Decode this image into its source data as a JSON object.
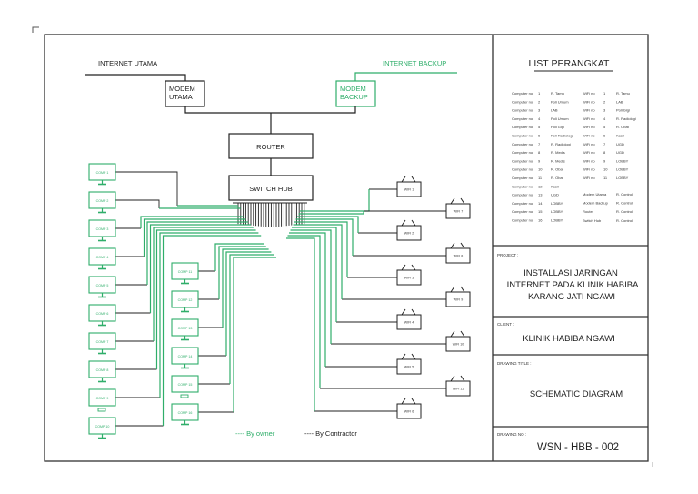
{
  "colors": {
    "owner": "#2fae6a",
    "contractor": "#222222",
    "frame": "#333333",
    "text": "#222222"
  },
  "diagram": {
    "internet_main_label": "INTERNET UTAMA",
    "internet_backup_label": "INTERNET BACKUP",
    "modem_main_label": [
      "MODEM",
      "UTAMA"
    ],
    "modem_backup_label": [
      "MODEM",
      "BACKUP"
    ],
    "router_label": "ROUTER",
    "switch_label": "SWITCH HUB",
    "computers": [
      "COMP 1",
      "COMP 2",
      "COMP 3",
      "COMP 4",
      "COMP 5",
      "COMP 6",
      "COMP 7",
      "COMP 8",
      "COMP 9",
      "COMP 10",
      "COMP 11",
      "COMP 12",
      "COMP 13",
      "COMP 14",
      "COMP 15",
      "COMP 16"
    ],
    "wifi_left": [
      "WIFI 1",
      "WIFI 2",
      "WIFI 3",
      "WIFI 4",
      "WIFI 5",
      "WIFI 6"
    ],
    "wifi_right": [
      "WIFI 7",
      "WIFI 8",
      "WIFI 9",
      "WIFI 10",
      "WIFI 11"
    ],
    "legend": {
      "owner": "---- By owner",
      "contractor": "---- By Contractor"
    }
  },
  "title_block": {
    "list_title": "LIST PERANGKAT",
    "computer_list": [
      {
        "label": "Computer no",
        "no": "1",
        "location": "R. Tamu"
      },
      {
        "label": "Computer no",
        "no": "2",
        "location": "Poli Umum"
      },
      {
        "label": "Computer no",
        "no": "3",
        "location": "LAB"
      },
      {
        "label": "Computer no",
        "no": "4",
        "location": "Poli Umum"
      },
      {
        "label": "Computer no",
        "no": "5",
        "location": "Poli Gigi"
      },
      {
        "label": "Computer no",
        "no": "6",
        "location": "Poli Radiologi"
      },
      {
        "label": "Computer no",
        "no": "7",
        "location": "R. Radiologi"
      },
      {
        "label": "Computer no",
        "no": "8",
        "location": "R. Medis"
      },
      {
        "label": "Computer no",
        "no": "9",
        "location": "R. Medis"
      },
      {
        "label": "Computer no",
        "no": "10",
        "location": "R. Obat"
      },
      {
        "label": "Computer no",
        "no": "11",
        "location": "R. Obat"
      },
      {
        "label": "Computer no",
        "no": "12",
        "location": "Kasir"
      },
      {
        "label": "Computer no",
        "no": "13",
        "location": "UGD"
      },
      {
        "label": "Computer no",
        "no": "14",
        "location": "LOBBY"
      },
      {
        "label": "Computer no",
        "no": "15",
        "location": "LOBBY"
      },
      {
        "label": "Computer no",
        "no": "16",
        "location": "LOBBY"
      }
    ],
    "wifi_list": [
      {
        "label": "WiFi no",
        "no": "1",
        "location": "R. Tamu"
      },
      {
        "label": "WiFi no",
        "no": "2",
        "location": "LAB"
      },
      {
        "label": "WiFi no",
        "no": "3",
        "location": "Poli Gigi"
      },
      {
        "label": "WiFi no",
        "no": "4",
        "location": "R. Radiologi"
      },
      {
        "label": "WiFi no",
        "no": "5",
        "location": "R. Obat"
      },
      {
        "label": "WiFi no",
        "no": "6",
        "location": "Kasir"
      },
      {
        "label": "WiFi no",
        "no": "7",
        "location": "UGD"
      },
      {
        "label": "WiFi no",
        "no": "8",
        "location": "UGD"
      },
      {
        "label": "WiFi no",
        "no": "9",
        "location": "LOBBY"
      },
      {
        "label": "WiFi no",
        "no": "10",
        "location": "LOBBY"
      },
      {
        "label": "WiFi no",
        "no": "11",
        "location": "LOBBY"
      }
    ],
    "other_list": [
      {
        "label": "Modem Utama",
        "location": "R. Control"
      },
      {
        "label": "Modem Backup",
        "location": "R. Control"
      },
      {
        "label": "Router",
        "location": "R. Control"
      },
      {
        "label": "Switch Hub",
        "location": "R. Control"
      }
    ],
    "project_label": "PROJECT :",
    "project_lines": [
      "INSTALLASI JARINGAN",
      "INTERNET PADA KLINIK HABIBA",
      "KARANG JATI NGAWI"
    ],
    "client_label": "CLIENT :",
    "client_value": "KLINIK HABIBA NGAWI",
    "drawing_title_label": "DRAWING TITLE :",
    "drawing_title_value": "SCHEMATIC DIAGRAM",
    "drawing_no_label": "DRAWING NO :",
    "drawing_no_value": "WSN - HBB - 002"
  }
}
